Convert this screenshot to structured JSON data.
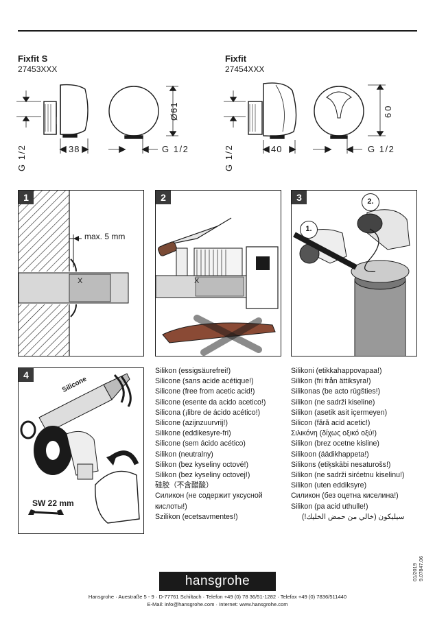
{
  "products": [
    {
      "name": "Fixfit S",
      "code": "27453XXX",
      "dim_thread": "G 1/2",
      "dim_depth": "38",
      "dim_diameter": "Ø61",
      "dim_thread2": "G 1/2"
    },
    {
      "name": "Fixfit",
      "code": "27454XXX",
      "dim_thread": "G 1/2",
      "dim_depth": "40",
      "dim_height": "60",
      "dim_thread2": "G 1/2"
    }
  ],
  "steps": [
    {
      "number": "1",
      "note": "max. 5 mm",
      "mark": "X"
    },
    {
      "number": "2",
      "mark": "X"
    },
    {
      "number": "3",
      "label1": "1.",
      "label2": "2."
    },
    {
      "number": "4",
      "tube_label": "Silicone",
      "wrench_label": "SW 22 mm"
    }
  ],
  "silicone_left": [
    "Silikon (essigsäurefrei!)",
    "Silicone (sans acide acétique!)",
    "Silicone (free from acetic acid!)",
    "Silicone (esente da acido acetico!)",
    "Silicona (¡libre de ácido acético!)",
    "Silicone (azijnzuurvrij!)",
    "Silikone (eddikesyre-fri)",
    "Silicone (sem ácido acético)",
    "Silikon (neutralny)",
    "Silikon (bez kyseliny octové!)",
    "Silikon (bez kyseliny octovej!)",
    "硅胶（不含醋酸）",
    "Силикон (не содержит уксусной",
    "кислоты!)",
    "Szilikon (ecetsavmentes!)"
  ],
  "silicone_right": [
    "Silikoni (etikkahappovapaa!)",
    "Silikon (fri från ättiksyra!)",
    "Silikonas (be acto rūgšties!)",
    "Silikon (ne sadrži kiseline)",
    "Silikon (asetik asit içermeyen)",
    "Silicon (fără acid acetic!)",
    "Σιλικόνη (δίχως οξικό οξύ!)",
    "Silikon (brez ocetne kisline)",
    "Silikoon (äädikhappeta!)",
    "Silikons (etiķskābi nesaturošs!)",
    "Silikon (ne sadrži sirćetnu kiselinu!)",
    "Silikon (uten eddiksyre)",
    "Силикон (без оцетна киселина!)",
    "Silikon (pa acid uthulle!)",
    "سيليكون (خالي من حمض الخليك!)"
  ],
  "brand": "hansgrohe",
  "footer": {
    "address": "Hansgrohe · Auestraße 5 - 9 · D-77761 Schiltach · Telefon +49 (0) 78 36/51-1282 · Telefax +49 (0) 7836/511440",
    "contact": "E-Mail: info@hansgrohe.com · Internet: www.hansgrohe.com"
  },
  "doc_codes": [
    "01/2019",
    "9.07847.06"
  ]
}
